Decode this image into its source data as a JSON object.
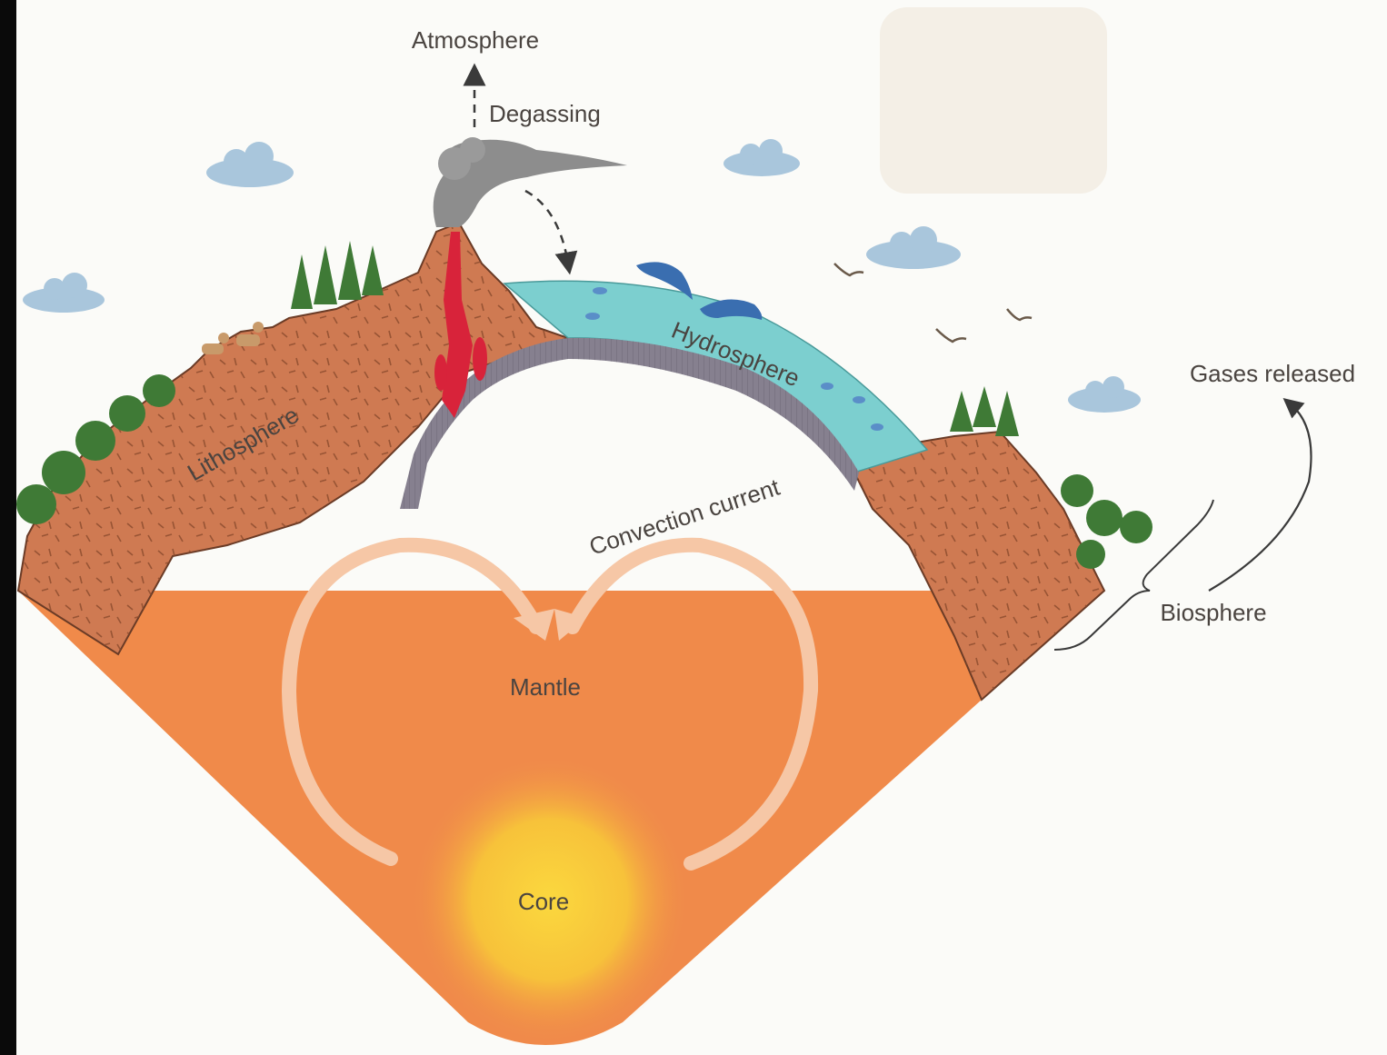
{
  "labels": {
    "atmosphere": "Atmosphere",
    "degassing": "Degassing",
    "hydrosphere": "Hydrosphere",
    "lithosphere": "Lithosphere",
    "convection": "Convection current",
    "mantle": "Mantle",
    "core": "Core",
    "gases_released": "Gases released",
    "biosphere": "Biosphere"
  },
  "colors": {
    "sky": "#fbfbf8",
    "crust": "#cf7a52",
    "mantle": "#f08a4a",
    "core": "#f7c23a",
    "ocean": "#7ccfcf",
    "oceanic_crust": "#86808f",
    "magma": "#d8233a",
    "smoke": "#8d8d8d",
    "tree": "#3f7a36",
    "cloud": "#a9c6dc"
  },
  "icons": [
    "cloud-icon",
    "tree-icon",
    "deer-icon",
    "dolphin-icon",
    "fish-icon",
    "bird-icon",
    "volcano-smoke-icon"
  ]
}
